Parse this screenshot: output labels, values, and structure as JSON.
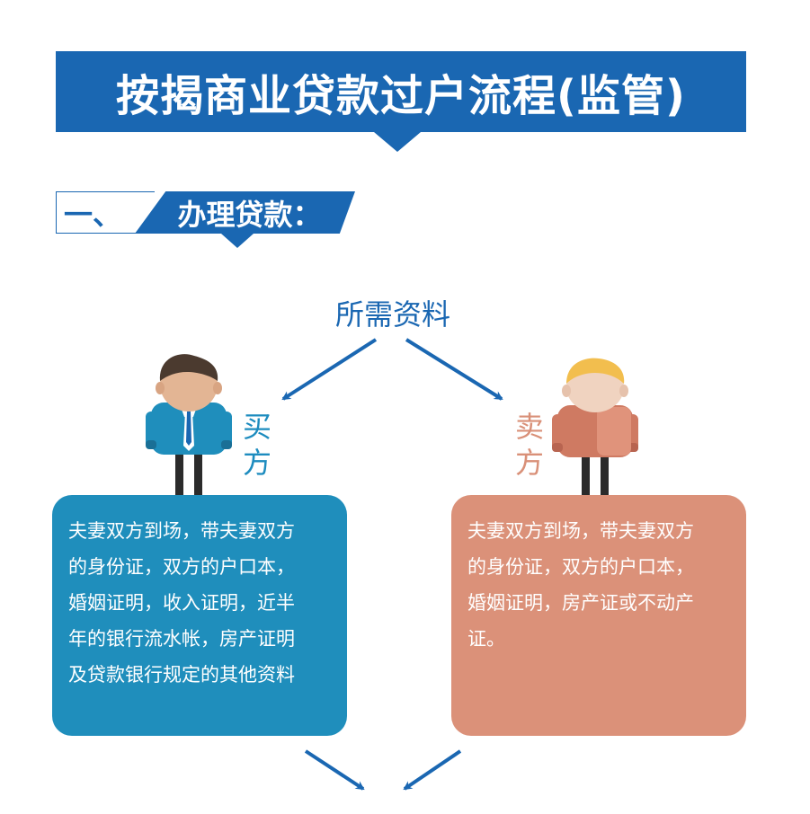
{
  "header": {
    "title": "按揭商业贷款过户流程(监管)"
  },
  "section": {
    "number": "一、",
    "title": "办理贷款："
  },
  "materials": {
    "title": "所需资料"
  },
  "buyer": {
    "label_chars": [
      "买",
      "方"
    ],
    "lines": [
      "夫妻双方到场，带夫妻双方",
      "的身份证，双方的户口本，",
      "婚姻证明，收入证明，近半",
      "年的银行流水帐，房产证明",
      "及贷款银行规定的其他资料"
    ]
  },
  "seller": {
    "label_chars": [
      "卖",
      "方"
    ],
    "lines": [
      "夫妻双方到场，带夫妻双方",
      "的身份证，双方的户口本，",
      "婚姻证明，房产证或不动产",
      "证。"
    ]
  },
  "colors": {
    "primary": "#1a67b2",
    "buyer": "#1f8ebc",
    "seller": "#db9179"
  },
  "icons": {
    "buyer": "man-with-tie-icon",
    "seller": "man-blond-hair-icon",
    "arrows": "arrow-icon"
  }
}
